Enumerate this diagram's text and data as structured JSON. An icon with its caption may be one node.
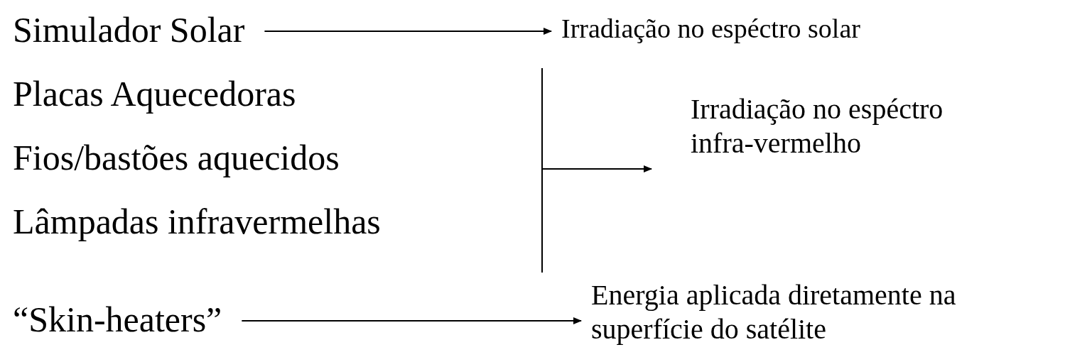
{
  "diagram": {
    "nodes": [
      {
        "text": [
          "Simulador Solar"
        ]
      },
      {
        "text": [
          "Irradiação no espéctro solar"
        ]
      },
      {
        "text": [
          "Placas Aquecedoras"
        ]
      },
      {
        "text": [
          "Fios/bastões aquecidos"
        ]
      },
      {
        "text": [
          "Lâmpadas infravermelhas"
        ]
      },
      {
        "text": [
          "Irradiação no espéctro infra-vermelho"
        ]
      },
      {
        "text": [
          "“Skin-heaters”"
        ]
      },
      {
        "text": [
          "Energia aplicada diretamente na superfície do satélite"
        ]
      }
    ],
    "edges": [
      {
        "from": 0,
        "to": 1,
        "arrow": "to"
      },
      {
        "from": null,
        "to": 5,
        "arrow": "to"
      },
      {
        "from": 6,
        "to": 7,
        "arrow": "to"
      }
    ]
  }
}
